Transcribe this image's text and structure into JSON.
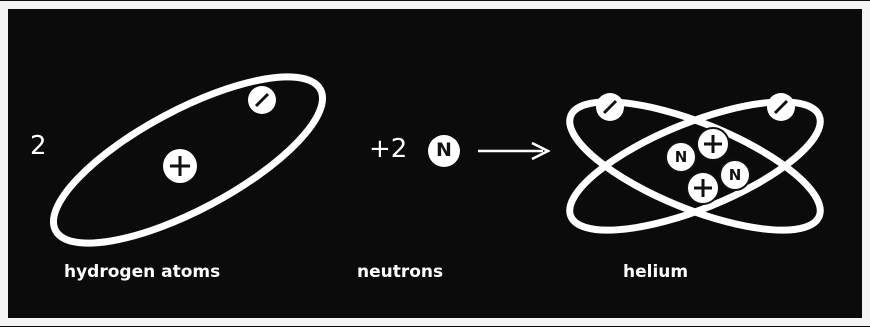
{
  "equation": {
    "hydrogen_coefficient": "2",
    "neutron_coefficient": "+2",
    "neutron_symbol": "N",
    "proton_symbol": "+",
    "electron_symbol": "−",
    "arrow": "→"
  },
  "labels": {
    "hydrogen": "hydrogen atoms",
    "neutrons": "neutrons",
    "helium": "helium"
  },
  "colors": {
    "background": "#0b0b0b",
    "border": "#f4f4f4",
    "foreground": "#ffffff",
    "ink": "#111111"
  }
}
